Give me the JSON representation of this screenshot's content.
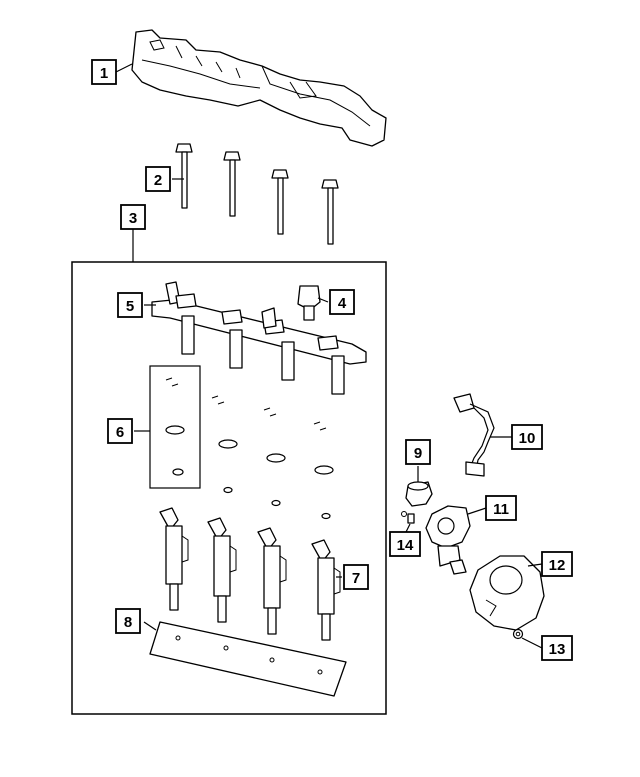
{
  "diagram": {
    "callouts": [
      {
        "id": "1",
        "label": "1"
      },
      {
        "id": "2",
        "label": "2"
      },
      {
        "id": "3",
        "label": "3"
      },
      {
        "id": "4",
        "label": "4"
      },
      {
        "id": "5",
        "label": "5"
      },
      {
        "id": "6",
        "label": "6"
      },
      {
        "id": "7",
        "label": "7"
      },
      {
        "id": "8",
        "label": "8"
      },
      {
        "id": "9",
        "label": "9"
      },
      {
        "id": "10",
        "label": "10"
      },
      {
        "id": "11",
        "label": "11"
      },
      {
        "id": "12",
        "label": "12"
      },
      {
        "id": "13",
        "label": "13"
      },
      {
        "id": "14",
        "label": "14"
      }
    ],
    "parts": [
      "fuel-rail-cover",
      "fuel-rail-bolt",
      "fuel-rail-kit-frame",
      "fuel-pressure-sensor",
      "fuel-rail",
      "o-ring-kit",
      "fuel-injector",
      "injector-gasket-strip",
      "fuel-pump-cap",
      "fuel-supply-line",
      "high-pressure-fuel-pump",
      "fuel-pump-insulator",
      "pump-nut",
      "pump-fitting"
    ]
  }
}
